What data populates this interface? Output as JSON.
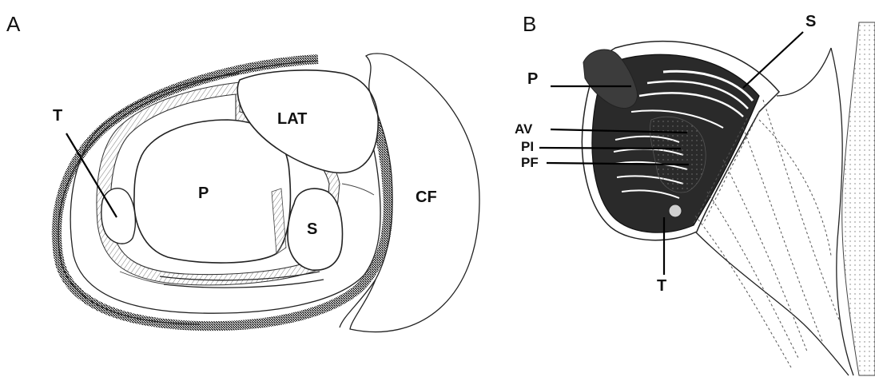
{
  "panels": {
    "a": {
      "letter": "A",
      "labels": {
        "t": "T",
        "p": "P",
        "lat": "LAT",
        "s": "S",
        "cf": "CF"
      }
    },
    "b": {
      "letter": "B",
      "labels": {
        "p": "P",
        "s": "S",
        "av": "AV",
        "pi": "PI",
        "pf": "PF",
        "t": "T"
      }
    }
  },
  "colors": {
    "ink": "#222222",
    "hatch": "#6b6b6b",
    "background": "#ffffff"
  }
}
